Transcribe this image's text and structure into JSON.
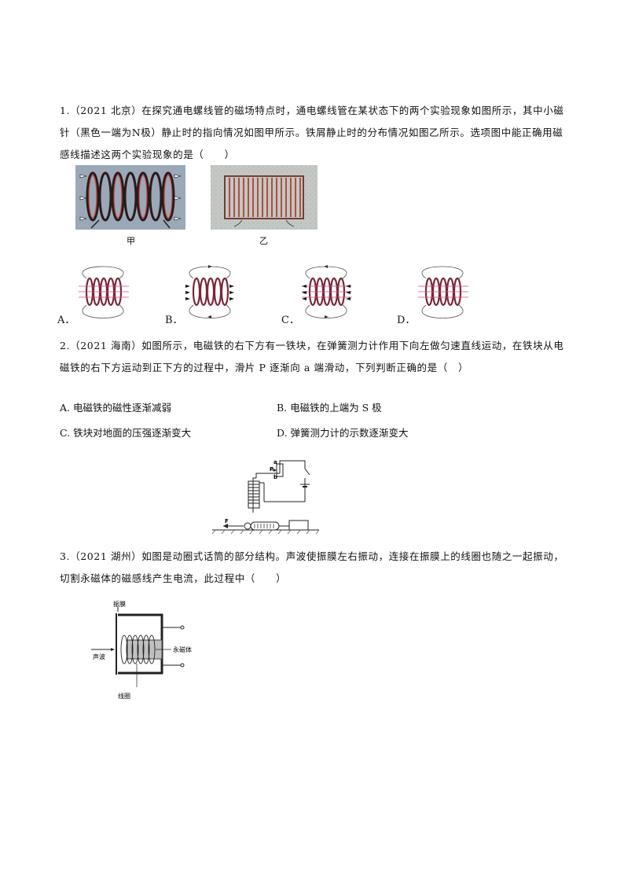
{
  "q1": {
    "text": "1.（2021 北京）在探究通电螺线管的磁场特点时，通电螺线管在某状态下的两个实验现象如图所示，其中小磁针（黑色一端为N极）静止时的指向情况如图甲所示。铁屑静止时的分布情况如图乙所示。选项图中能正确用磁感线描述这两个实验现象的是（　　）",
    "photo_labels": [
      "甲",
      "乙"
    ],
    "option_labels": [
      "A．",
      "B．",
      "C．",
      "D．"
    ]
  },
  "q2": {
    "text": "2.（2021 海南）如图所示，电磁铁的右下方有一铁块，在弹簧测力计作用下向左做匀速直线运动，在铁块从电磁铁的右下方运动到正下方的过程中，滑片 P 逐渐向 a 端滑动，下列判断正确的是（　）",
    "options": [
      "A. 电磁铁的磁性逐渐减弱",
      "B. 电磁铁的上端为 S 极",
      "C. 铁块对地面的压强逐渐变大",
      "D. 弹簧测力计的示数逐渐变大"
    ],
    "diagram_labels": {
      "a": "a",
      "p": "P",
      "b": "b",
      "f": "F"
    }
  },
  "q3": {
    "text": "3.（2021 湖州）如图是动圈式话筒的部分结构。声波使振膜左右振动，连接在振膜上的线圈也随之一起振动，切割永磁体的磁感线产生电流，此过程中（　　）",
    "diagram_labels": {
      "membrane": "振膜",
      "sound": "声波",
      "magnet": "永磁体",
      "coil": "线圈"
    }
  }
}
